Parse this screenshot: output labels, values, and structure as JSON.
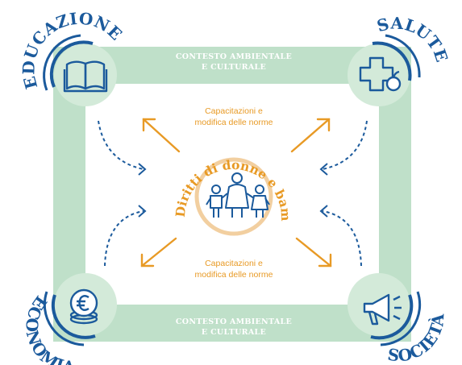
{
  "bands": {
    "top": {
      "line1": "CONTESTO AMBIENTALE",
      "line2": "E CULTURALE"
    },
    "bottom": {
      "line1": "CONTESTO AMBIENTALE",
      "line2": "E CULTURALE"
    }
  },
  "corners": {
    "top_left": {
      "label": "EDUCAZIONE",
      "icon": "book-icon"
    },
    "top_right": {
      "label": "SALUTE",
      "icon": "medical-cross-apple-icon"
    },
    "bottom_left": {
      "label": "ECONOMIA",
      "icon": "euro-coin-icon"
    },
    "bottom_right": {
      "label": "SOCIETÀ",
      "icon": "megaphone-icon"
    }
  },
  "center": {
    "title": "Diritti di donne e bambini/e",
    "icon": "family-icon"
  },
  "notes": {
    "top": {
      "line1": "Capacitazioni e",
      "line2": "modifica delle norme"
    },
    "bottom": {
      "line1": "Capacitazioni e",
      "line2": "modifica delle norme"
    }
  },
  "colors": {
    "frame_green": "#bfe0c9",
    "circle_fill": "#d3ead9",
    "blue": "#1b5a9c",
    "orange": "#e89a25",
    "ring": "#f2cfa0"
  }
}
